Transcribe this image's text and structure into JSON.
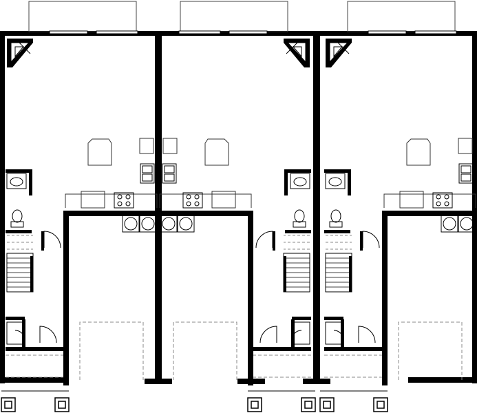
{
  "plan": {
    "units": [
      {
        "id": "unit-1",
        "mirrored": false
      },
      {
        "id": "unit-2",
        "mirrored": true
      },
      {
        "id": "unit-3",
        "mirrored": false
      }
    ],
    "colors": {
      "wall": "#000000",
      "line": "#333333",
      "light_line": "#888888",
      "background": "#ffffff"
    }
  }
}
